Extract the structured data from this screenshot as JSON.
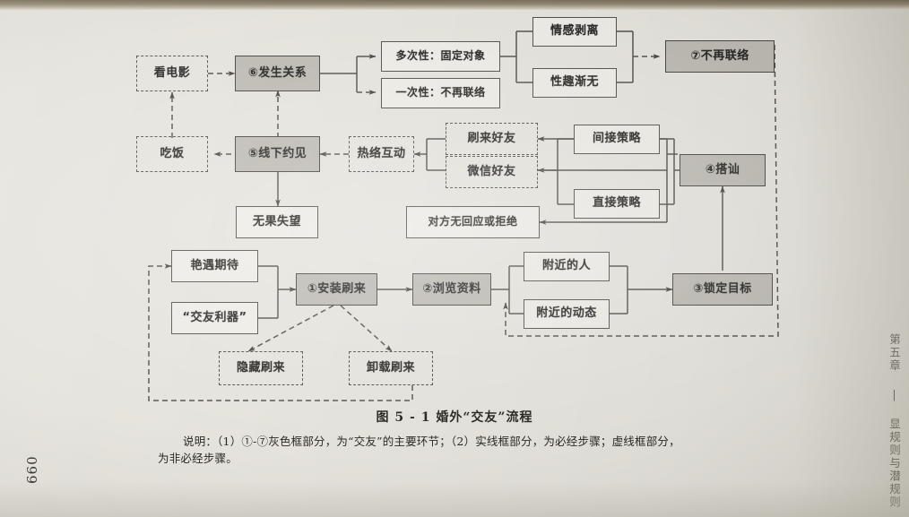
{
  "page": {
    "page_number": "660",
    "running_head": "第五章 | 显规则与潜规则",
    "background_color": "#e3e1da",
    "gray_node_color": "#b9b6ae",
    "line_color": "#4a4640"
  },
  "figure": {
    "caption": "图 5 - 1    婚外“交友”流程",
    "note_line_1": "说明：（1）①-⑦灰色框部分，为“交友”的主要环节；（2）实线框部分，为必经步骤；虚线框部分，",
    "note_line_2": "为非必经步骤。"
  },
  "nodes": {
    "kan_dianying": {
      "label": "看电影",
      "style": "dashed"
    },
    "chifan": {
      "label": "吃饭",
      "style": "dashed"
    },
    "fasheng_guanxi": {
      "label": "⑥发生关系",
      "style": "gray"
    },
    "xianxia_yuejian": {
      "label": "⑤线下约见",
      "style": "gray"
    },
    "wuguo_shiwang": {
      "label": "无果失望",
      "style": "solid"
    },
    "duocixing": {
      "label": "多次性：固定对象",
      "style": "solid"
    },
    "yicixing": {
      "label": "一次性：不再联络",
      "style": "solid"
    },
    "qinggan_boli": {
      "label": "情感剥离",
      "style": "solid"
    },
    "xingqu_jianwu": {
      "label": "性趣渐无",
      "style": "solid"
    },
    "buzai_lianluo": {
      "label": "⑦不再联络",
      "style": "gray"
    },
    "renuo_hudong": {
      "label": "热络互动",
      "style": "dashed"
    },
    "shualai_haoyou": {
      "label": "刷来好友",
      "style": "dashed"
    },
    "weixin_haoyou": {
      "label": "微信好友",
      "style": "dashed"
    },
    "wu_huiying": {
      "label": "对方无回应或拒绝",
      "style": "solid"
    },
    "jianjie_celue": {
      "label": "间接策略",
      "style": "solid"
    },
    "zhijie_celue": {
      "label": "直接策略",
      "style": "solid"
    },
    "dashan": {
      "label": "④搭讪",
      "style": "gray"
    },
    "yanyu_qidai": {
      "label": "艳遇期待",
      "style": "solid"
    },
    "jiaoyou_liqi": {
      "label": "“交友利器”",
      "style": "solid"
    },
    "anzhuang_shualai": {
      "label": "①安装刷来",
      "style": "gray"
    },
    "liulan_ziliao": {
      "label": "②浏览资料",
      "style": "gray"
    },
    "fujin_de_ren": {
      "label": "附近的人",
      "style": "solid"
    },
    "fujin_de_dongtai": {
      "label": "附近的动态",
      "style": "solid"
    },
    "suoding_mubiao": {
      "label": "③锁定目标",
      "style": "gray"
    },
    "yincang_shualai": {
      "label": "隐藏刷来",
      "style": "dashed"
    },
    "xiezai_shualai": {
      "label": "卸载刷来",
      "style": "dashed"
    }
  }
}
